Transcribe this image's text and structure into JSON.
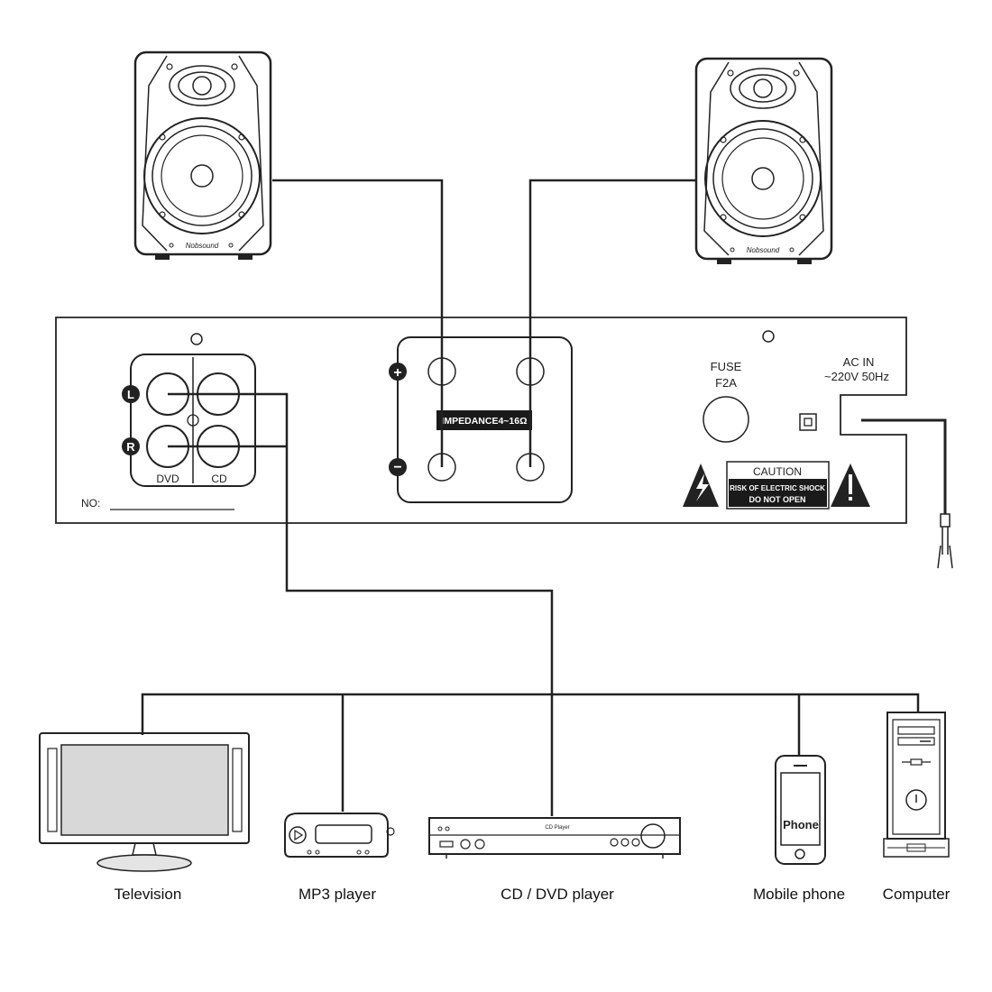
{
  "speakers": {
    "brand": "Nobsound"
  },
  "amplifier_panel": {
    "input_jacks": {
      "left_marker": "L",
      "right_marker": "R",
      "group_labels": [
        "DVD",
        "CD"
      ]
    },
    "serial_label": "NO:",
    "speaker_terminals": {
      "plus_marker": "+",
      "minus_marker": "−",
      "impedance_label": "IMPEDANCE4~16Ω"
    },
    "fuse": {
      "label": "FUSE",
      "rating": "F2A"
    },
    "ac_input": {
      "label": "AC IN",
      "rating": "~220V 50Hz"
    },
    "warning": {
      "title": "CAUTION",
      "line1": "RISK OF ELECTRIC SHOCK",
      "line2": "DO NOT OPEN"
    }
  },
  "sources": [
    {
      "label": "Television"
    },
    {
      "label": "MP3 player"
    },
    {
      "label": "CD / DVD player",
      "device_text": "CD Player"
    },
    {
      "label": "Mobile phone",
      "screen_text": "Phone"
    },
    {
      "label": "Computer"
    }
  ],
  "colors": {
    "ink": "#222222",
    "label_fill": "#1a1a1a",
    "label_text": "#ffffff"
  }
}
